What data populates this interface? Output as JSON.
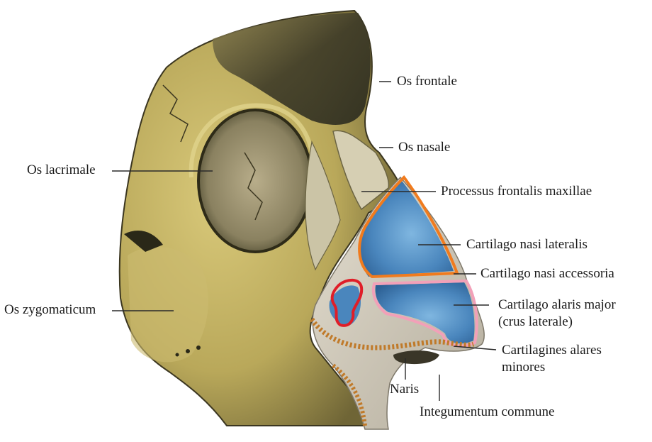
{
  "diagram": {
    "labels": {
      "os_frontale": "Os frontale",
      "os_nasale": "Os nasale",
      "os_lacrimale": "Os lacrimale",
      "processus_frontalis": "Processus frontalis maxillae",
      "cartilago_nasi_lateralis": "Cartilago nasi lateralis",
      "cartilago_nasi_accessoria": "Cartilago nasi accessoria",
      "cartilago_alaris_major_1": "Cartilago alaris major",
      "cartilago_alaris_major_2": "(crus laterale)",
      "os_zygomaticum": "Os zygomaticum",
      "cartilagines_alares_1": "Cartilagines alares",
      "cartilagines_alares_2": "minores",
      "naris": "Naris",
      "integumentum": "Integumentum commune"
    },
    "colors": {
      "bone": "#c9b86a",
      "bone_shadow": "#6e6438",
      "cartilage_blue": "#4f8fc4",
      "skin": "#d8d3c6",
      "outline_orange": "#f07b1e",
      "outline_pink": "#f2a0b8",
      "outline_red": "#e01e28"
    }
  }
}
